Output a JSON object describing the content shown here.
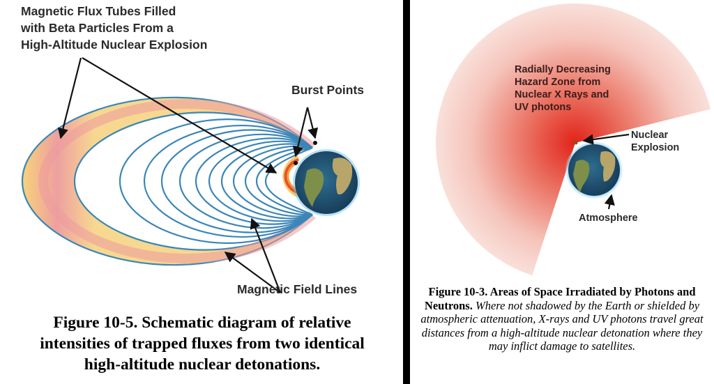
{
  "left_figure": {
    "label_flux_tubes": [
      "Magnetic Flux Tubes Filled",
      "with Beta Particles From a",
      "High-Altitude Nuclear Explosion"
    ],
    "label_burst_points": "Burst Points",
    "label_field_lines": "Magnetic Field Lines",
    "caption": [
      "Figure 10-5. Schematic diagram of relative",
      "intensities of trapped fluxes from two identical",
      "high-altitude nuclear detonations."
    ]
  },
  "right_figure": {
    "label_hazard_zone": [
      "Radially Decreasing",
      "Hazard Zone from",
      "Nuclear X Rays and",
      "UV photons"
    ],
    "label_explosion": [
      "Nuclear",
      "Explosion"
    ],
    "label_atmosphere": "Atmosphere",
    "caption_title": "Figure 10-3. Areas of Space Irradiated by Photons and Neutrons.",
    "caption_body": "Where not shadowed by the Earth or shielded by atmospheric attenuation, X-rays and UV photons travel great distances from a high-altitude nuclear detonation where they may inflict damage to satellites."
  },
  "colors": {
    "field_line": "#3a86b8",
    "flux_tube": "#f2a0a0",
    "hazard_zone": "#e0302a",
    "divider": "#000000"
  }
}
